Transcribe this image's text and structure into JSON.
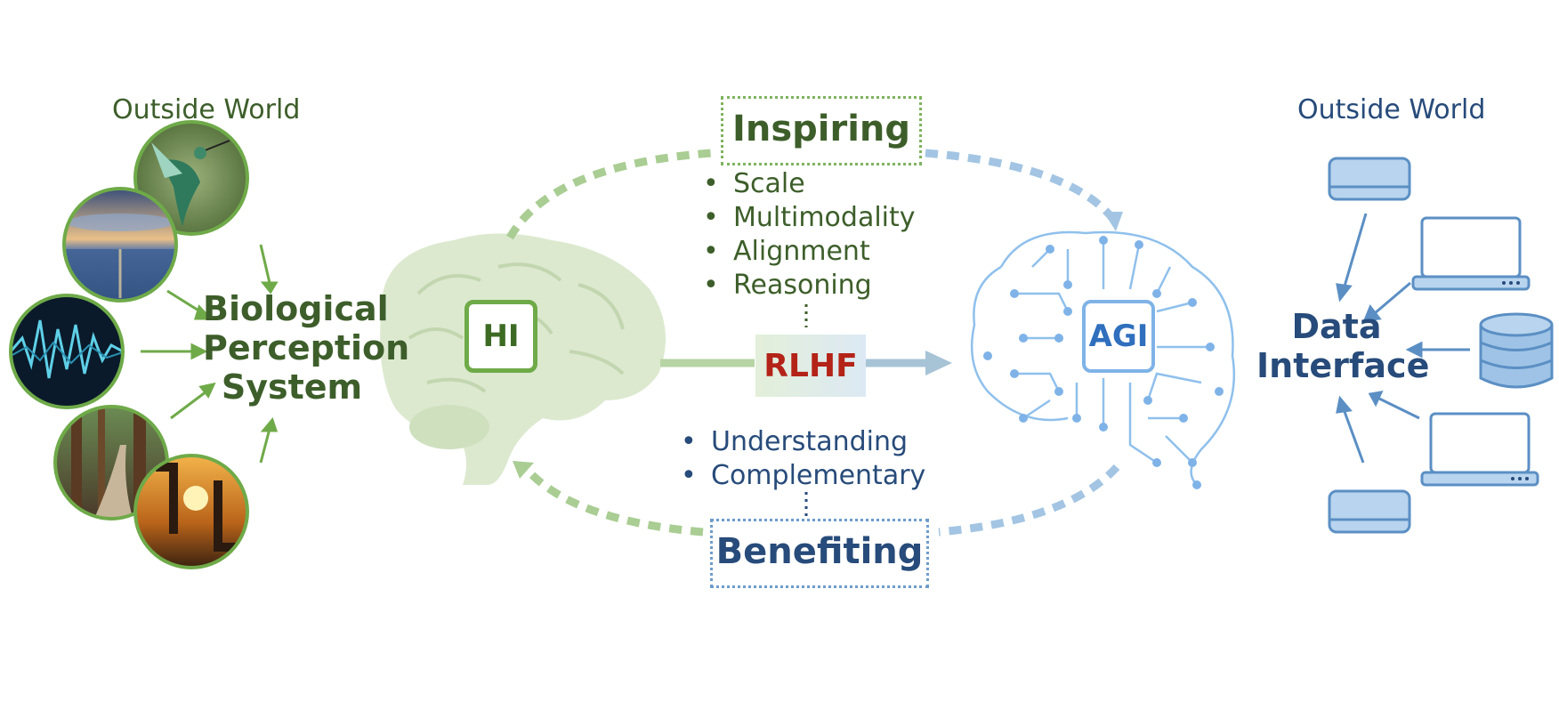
{
  "left": {
    "outside_world": "Outside World",
    "bio_lines": [
      "Biological",
      "Perception",
      "System"
    ],
    "photos": [
      "hummingbird",
      "sunset-sea",
      "sound-wave",
      "forest-path",
      "sunset-hands-frame"
    ]
  },
  "center": {
    "hi_label": "HI",
    "agi_label": "AGI",
    "rlhf_label": "RLHF",
    "inspiring": {
      "title": "Inspiring",
      "items": [
        "Scale",
        "Multimodality",
        "Alignment",
        "Reasoning"
      ]
    },
    "benefiting": {
      "title": "Benefiting",
      "items": [
        "Understanding",
        "Complementary"
      ]
    }
  },
  "right": {
    "outside_world": "Outside World",
    "interface_lines": [
      "Data",
      "Interface"
    ],
    "devices": [
      "server-icon",
      "laptop-icon",
      "database-icon",
      "laptop-icon",
      "server-icon"
    ]
  },
  "colors": {
    "green_text": "#3d5e2a",
    "blue_text": "#274b7a",
    "green_accent": "#6faa49",
    "blue_accent": "#7fb3e8",
    "rlhf_red": "#b42318"
  }
}
